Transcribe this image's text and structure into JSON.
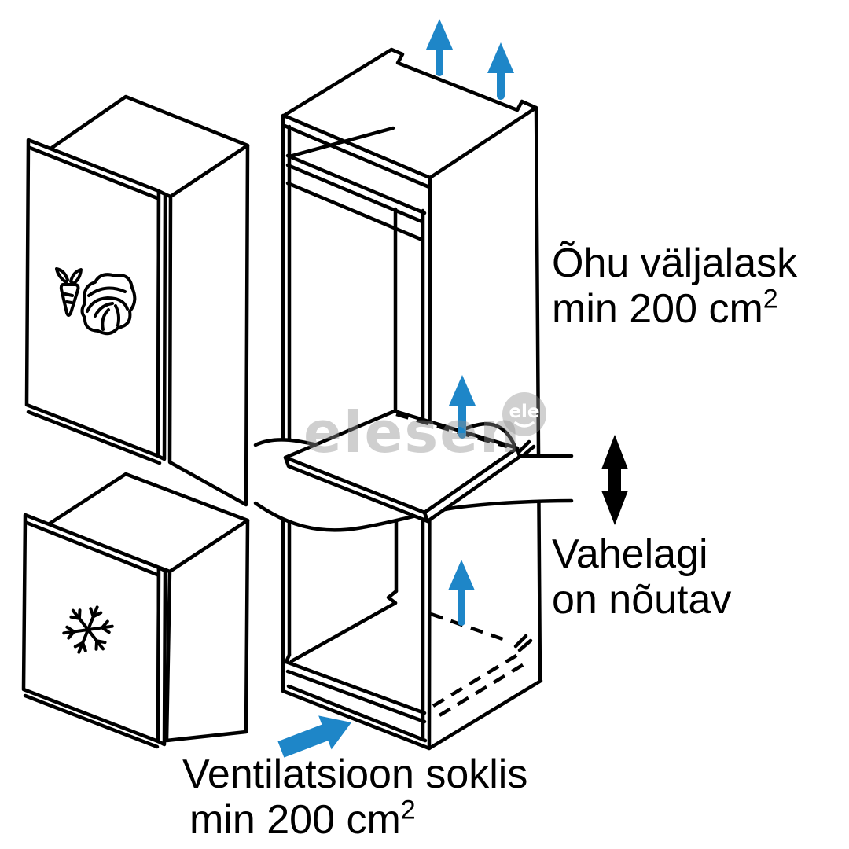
{
  "document": {
    "type": "built-in refrigerator installation / ventilation diagram",
    "background": "#ffffff"
  },
  "colors": {
    "line": "#000000",
    "airflow_blue": "#1e86c8",
    "watermark_gray": "#8f8f8f"
  },
  "labels": {
    "air_outlet": {
      "line1": "Õhu väljalask",
      "line2": "min 200 cm",
      "sup": "2"
    },
    "intermediate_shelf": {
      "line1": "Vahelagi",
      "line2": "on nõutav"
    },
    "plinth_vent": {
      "line1": "Ventilatsioon soklis",
      "line2": "min 200 cm",
      "sup": "2"
    }
  },
  "watermark": {
    "text": "elesen",
    "badge_text": "ele"
  },
  "icons": {
    "fridge_door": [
      "carrot-icon",
      "cabbage-icon"
    ],
    "freezer_door": [
      "snowflake-icon"
    ]
  },
  "arrows": {
    "top_exhaust_up_arrows": 2,
    "internal_up_arrows": 2,
    "plinth_inlet_arrow": 1,
    "shelf_clearance_double_arrow": 1
  }
}
